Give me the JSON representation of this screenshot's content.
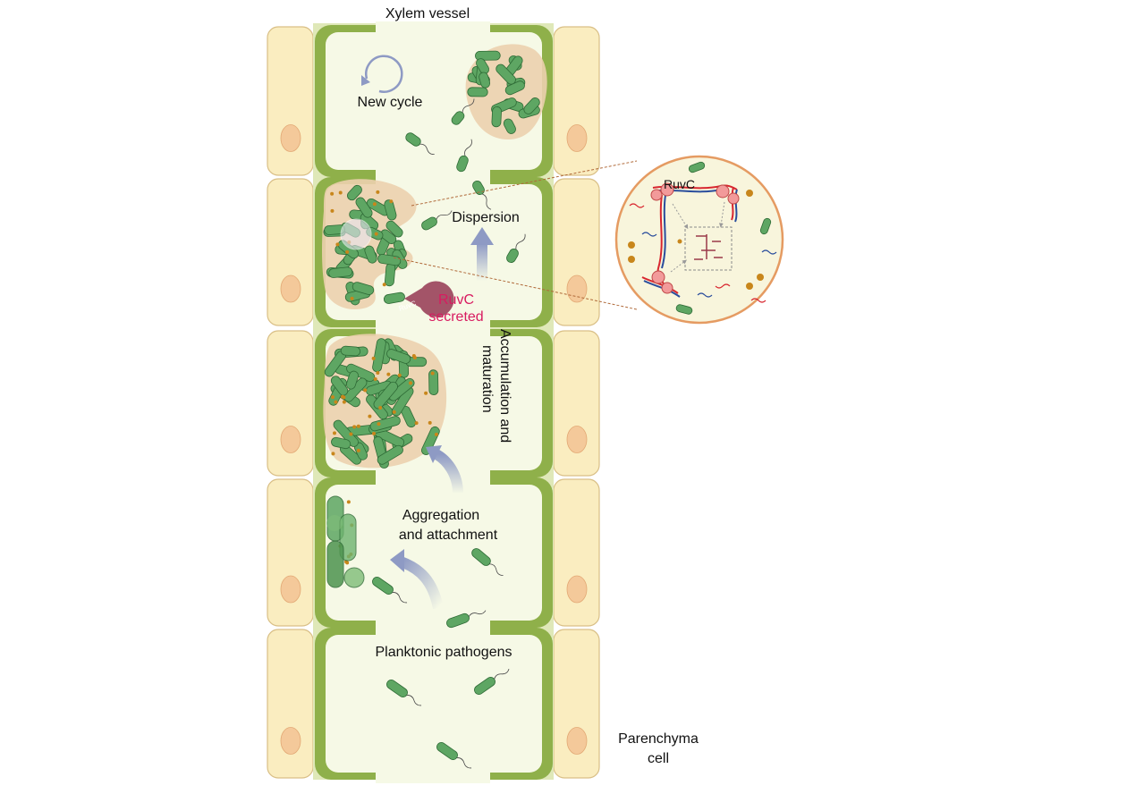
{
  "labels": {
    "xylem_vessel": "Xylem vessel",
    "new_cycle": "New cycle",
    "dispersion": "Dispersion",
    "ruvc_secreted_line1": "RuvC",
    "ruvc_secreted_line2": "secreted",
    "accumulation_line1": "Accumulation and",
    "accumulation_line2": "maturation",
    "aggregation_line1": "Aggregation",
    "aggregation_line2": "and attachment",
    "planktonic": "Planktonic pathogens",
    "parenchyma_line1": "Parenchyma",
    "parenchyma_line2": "cell",
    "zoom_ruvc": "RuvC",
    "enzyme_small": "RuvC"
  },
  "colors": {
    "vessel_wall": "#8fb04a",
    "vessel_lumen": "#f6f9e6",
    "parenchyma_fill": "#faedc0",
    "parenchyma_stroke": "#d9bf86",
    "nucleus": "#f4c99a",
    "bacterium": "#5ea663",
    "bacterium_stroke": "#2f6b36",
    "biofilm_matrix": "#ecd0ae",
    "arrow": "#8e9ac4",
    "ruvc_text": "#d81b60",
    "ruvc_enzyme": "#a35468",
    "dna_red": "#d8262f",
    "dna_blue": "#2a4d9c",
    "zoom_border": "#e59b62",
    "zoom_fill": "#f8f5dc",
    "eps_dot": "#c8861b"
  }
}
